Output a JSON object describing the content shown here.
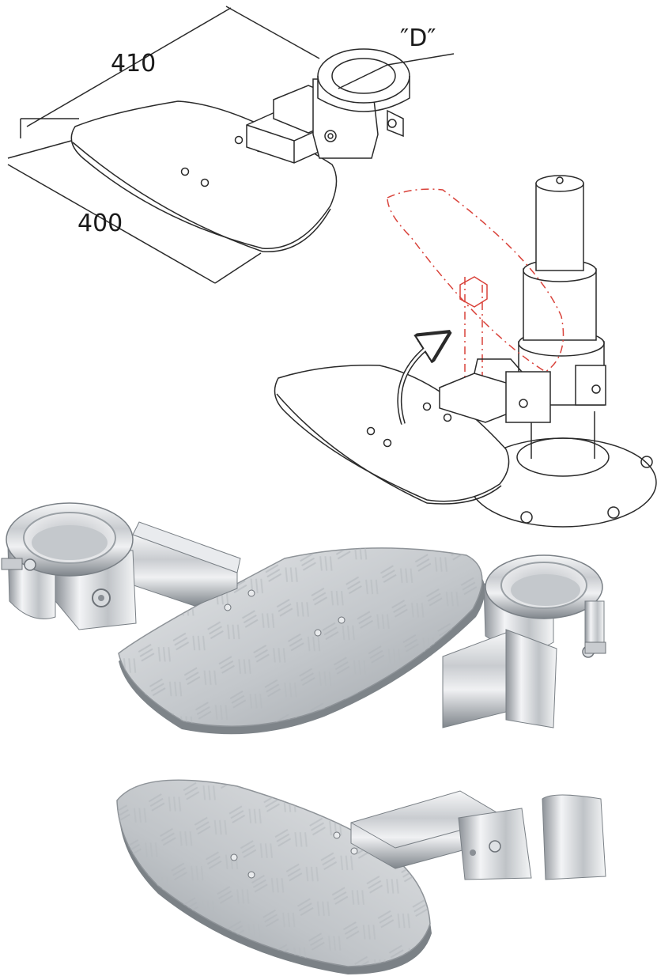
{
  "dimensions": {
    "length_label": "410",
    "width_label": "400",
    "diameter_label": "″D″"
  },
  "colors": {
    "line": "#2a2a2a",
    "fold_indicator": "#d9423a",
    "plate_light": "#d6d9dc",
    "plate_dark": "#9fa4a9",
    "chrome_light": "#f2f3f5",
    "chrome_dark": "#8d9298"
  }
}
